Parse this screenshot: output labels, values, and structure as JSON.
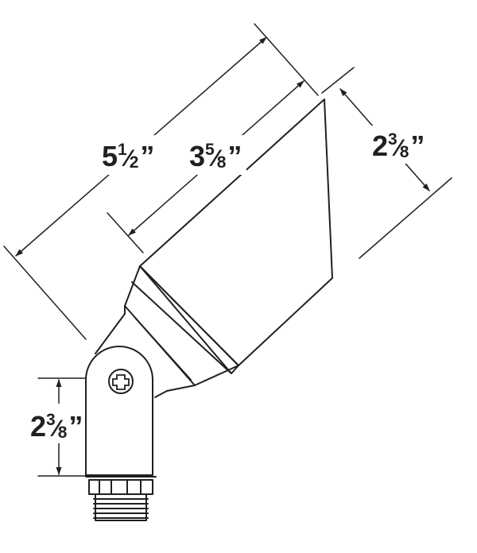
{
  "dimensions": {
    "overall_length": {
      "whole": "5",
      "num": "1",
      "den": "2",
      "unit": "”"
    },
    "head_length": {
      "whole": "3",
      "num": "5",
      "den": "8",
      "unit": "”"
    },
    "face_width": {
      "whole": "2",
      "num": "3",
      "den": "8",
      "unit": "”"
    },
    "base_height": {
      "whole": "2",
      "num": "3",
      "den": "8",
      "unit": "”"
    }
  },
  "colors": {
    "line": "#231f20",
    "background": "#ffffff"
  }
}
